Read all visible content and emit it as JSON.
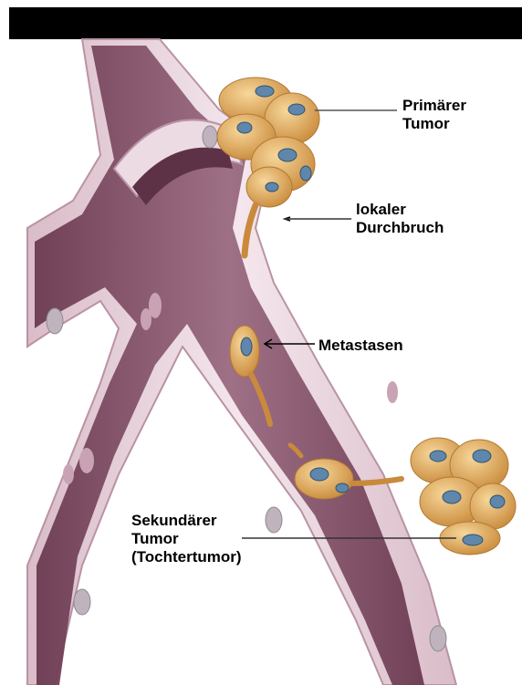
{
  "labels": {
    "primary_tumor": "Primärer\nTumor",
    "local_breakthrough": "lokaler\nDurchbruch",
    "metastases": "Metastasen",
    "secondary_tumor": "Sekundärer\nTumor\n(Tochtertumor)"
  },
  "colors": {
    "vessel_wall": "#ecd9df",
    "vessel_lumen": "#8a566d",
    "vessel_lumen_dark": "#5e3246",
    "tumor_cell": "#e9b56a",
    "tumor_nucleus": "#5f86ab",
    "header_bar": "#000000"
  }
}
